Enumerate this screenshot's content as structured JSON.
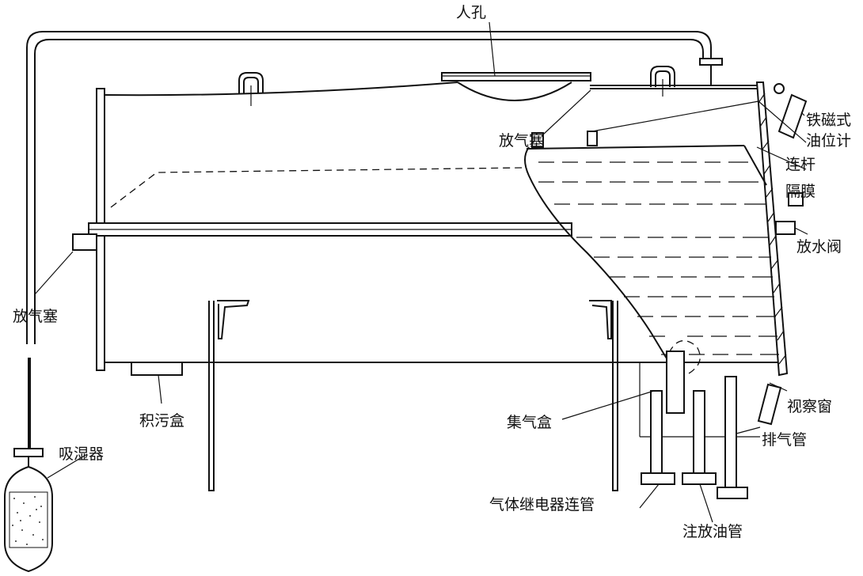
{
  "labels": {
    "manhole": "人孔",
    "vent_plug_top": "放气塞",
    "magnetic_oil_gauge_line1": "铁磁式",
    "magnetic_oil_gauge_line2": "油位计",
    "connecting_rod": "连杆",
    "diaphragm": "隔膜",
    "drain_valve": "放水阀",
    "vent_plug_left": "放气塞",
    "sludge_box": "积污盒",
    "gas_collector": "集气盒",
    "sight_window": "视察窗",
    "exhaust_pipe": "排气管",
    "breather": "吸湿器",
    "gas_relay_pipe": "气体继电器连管",
    "oil_fill_drain_pipe": "注放油管"
  }
}
